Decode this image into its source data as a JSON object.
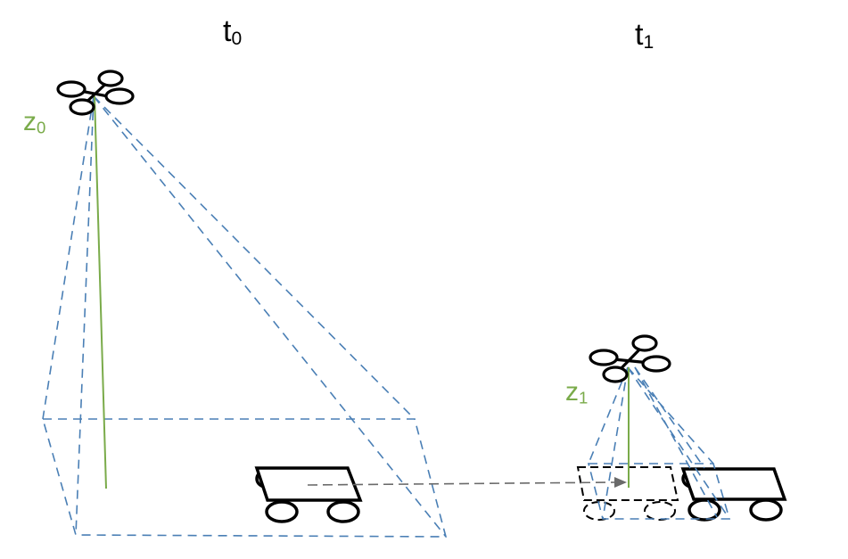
{
  "colors": {
    "background": "#ffffff",
    "frustum": "#4a7fb5",
    "height_line": "#7aab4a",
    "outline": "#000000",
    "motion_arrow": "#6a6a6a"
  },
  "labels": {
    "t0": {
      "main": "t",
      "sub": "0"
    },
    "t1": {
      "main": "t",
      "sub": "1"
    },
    "z0": {
      "main": "z",
      "sub": "0"
    },
    "z1": {
      "main": "z",
      "sub": "1"
    }
  },
  "icons": [
    "drone-icon",
    "ground-robot-icon"
  ]
}
